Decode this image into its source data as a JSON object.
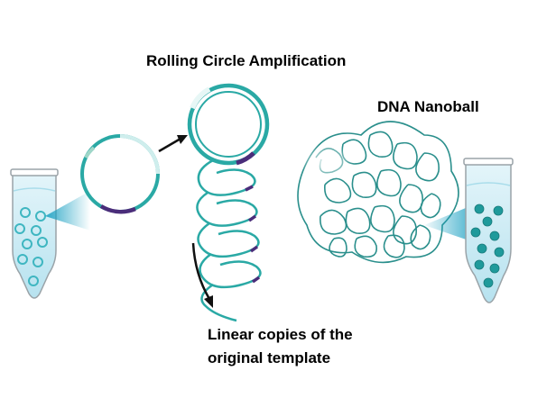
{
  "labels": {
    "title": "Rolling Circle Amplification",
    "nanoball": "DNA Nanoball",
    "linear_line1": "Linear copies of the",
    "linear_line2": "original template"
  },
  "colors": {
    "strand": "#2aa9a5",
    "marker": "#4a2d7a",
    "tube_outline": "#9aa3a8",
    "liquid": "#bfe6f2",
    "bead": "#3fb6c1",
    "nanoball": "#2a8f8c",
    "arrow": "#111111"
  },
  "icons": [
    "left-tube-icon",
    "circular-template-icon",
    "rca-circle-icon",
    "helix-icon",
    "nanoball-icon",
    "right-tube-icon",
    "arrow-right-icon",
    "arrow-down-icon"
  ]
}
